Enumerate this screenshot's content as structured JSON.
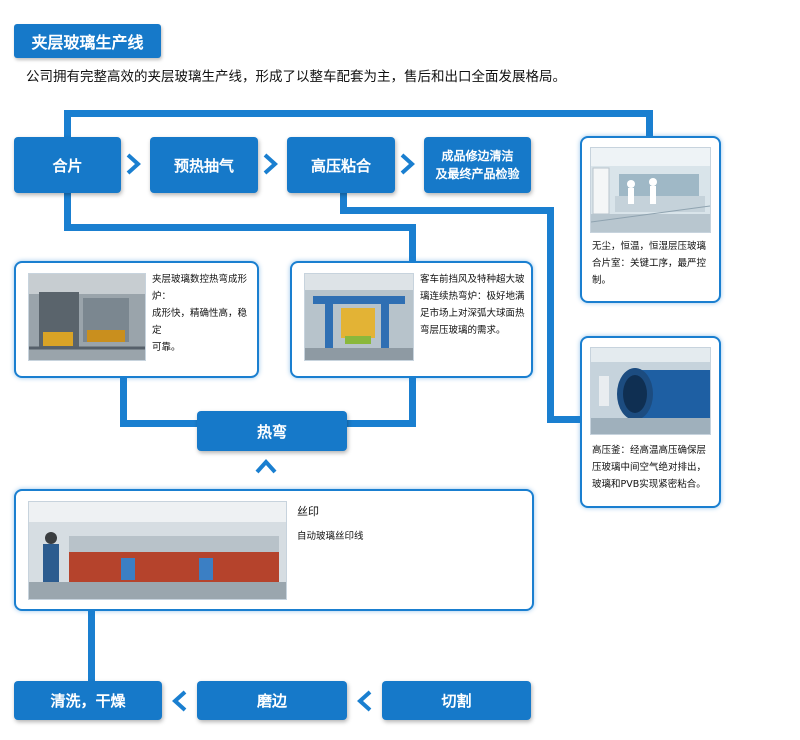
{
  "header": {
    "title": "夹层玻璃生产线",
    "intro": "公司拥有完整高效的夹层玻璃生产线，形成了以整车配套为主，售后和出口全面发展格局。"
  },
  "flow_top": {
    "step1": "合片",
    "step2": "预热抽气",
    "step3": "高压粘合",
    "step4_line1": "成品修边清洁",
    "step4_line2": "及最终产品检验"
  },
  "cards": {
    "lamination_room": {
      "lines": [
        "无尘，恒温，恒湿层压玻璃",
        "合片室：关键工序，最严控",
        "制。"
      ]
    },
    "autoclave": {
      "lines": [
        "高压釜：经高温高压确保层",
        "压玻璃中间空气绝对排出，",
        "玻璃和PVB实现紧密粘合。"
      ]
    },
    "cnc_bending": {
      "lines": [
        "夹层玻璃数控热弯成形炉：",
        "成形快，精确性高，稳定",
        "可靠。"
      ]
    },
    "continuous_bending": {
      "lines": [
        "客车前挡风及特种超大玻",
        "璃连续热弯炉：极好地满",
        "足市场上对深弧大球面热",
        "弯层压玻璃的需求。"
      ]
    },
    "silk_print": {
      "title": "丝印",
      "desc": "自动玻璃丝印线"
    }
  },
  "flow_mid": {
    "bending": "热弯"
  },
  "flow_bottom": {
    "cleaning": "清洗，干燥",
    "grinding": "磨边",
    "cutting": "切割"
  },
  "colors": {
    "accent": "#1679c9",
    "line": "#1a7fd0"
  },
  "icons": [
    "chevron-right-icon",
    "chevron-left-icon",
    "chevron-up-icon"
  ]
}
